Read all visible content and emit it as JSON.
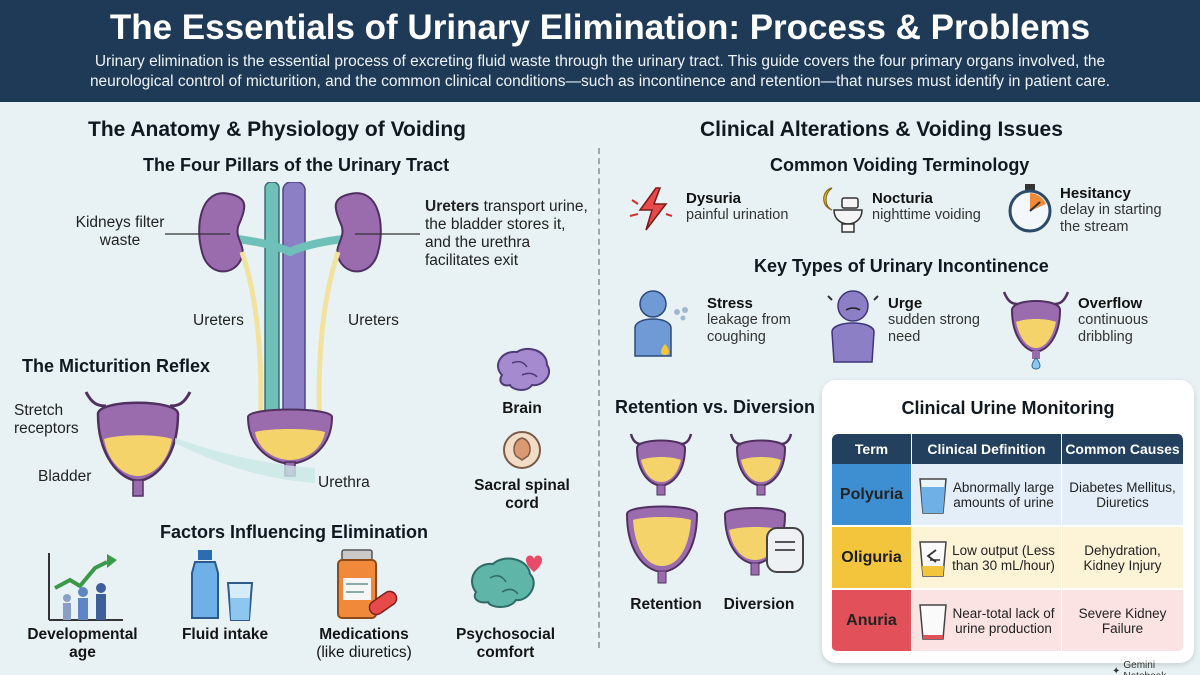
{
  "header": {
    "title": "The Essentials of Urinary Elimination: Process & Problems",
    "intro": "Urinary elimination is the essential process of excreting fluid waste through the urinary tract. This guide covers the four primary organs involved, the neurological control of micturition, and the common clinical conditions—such as incontinence and retention—that nurses must identify in patient care."
  },
  "left": {
    "heading": "The Anatomy & Physiology of Voiding",
    "pillars_title": "The Four Pillars of the Urinary Tract",
    "kidneys_label": "Kidneys filter waste",
    "organs_bold": "Ureters",
    "organs_text": " transport urine, the bladder stores it, and the urethra facilitates exit",
    "ureters_left": "Ureters",
    "ureters_right": "Ureters",
    "urethra": "Urethra",
    "reflex_title": "The Micturition Reflex",
    "stretch": "Stretch receptors",
    "bladder": "Bladder",
    "brain": "Brain",
    "sacral": "Sacral spinal cord",
    "factors_title": "Factors Influencing Elimination",
    "factors": [
      {
        "title": "Developmental age",
        "sub": ""
      },
      {
        "title": "Fluid intake",
        "sub": ""
      },
      {
        "title": "Medications",
        "sub": "(like diuretics)"
      },
      {
        "title": "Psychosocial comfort",
        "sub": ""
      }
    ]
  },
  "right": {
    "heading": "Clinical Alterations & Voiding Issues",
    "terminology_title": "Common Voiding Terminology",
    "terms": [
      {
        "term": "Dysuria",
        "def": "painful urination"
      },
      {
        "term": "Nocturia",
        "def": "nighttime voiding"
      },
      {
        "term": "Hesitancy",
        "def": "delay in starting the stream"
      }
    ],
    "incontinence_title": "Key Types of Urinary Incontinence",
    "incontinence": [
      {
        "type": "Stress",
        "def": "leakage from coughing"
      },
      {
        "type": "Urge",
        "def": "sudden strong need"
      },
      {
        "type": "Overflow",
        "def": "continuous dribbling"
      }
    ],
    "retention_title": "Retention vs. Diversion",
    "retention": "Retention",
    "diversion": "Diversion",
    "monitoring": {
      "title": "Clinical Urine Monitoring",
      "headers": [
        "Term",
        "Clinical Definition",
        "Common Causes"
      ],
      "rows": [
        {
          "term": "Polyuria",
          "definition": "Abnormally large amounts of urine",
          "causes": "Diabetes Mellitus, Diuretics",
          "color": "#3d8fd1",
          "tint": "#e3eef8"
        },
        {
          "term": "Oliguria",
          "definition": "Low output (Less than 30 mL/hour)",
          "causes": "Dehydration, Kidney Injury",
          "color": "#f2c53d",
          "tint": "#fdf3d7"
        },
        {
          "term": "Anuria",
          "definition": "Near-total lack of urine production",
          "causes": "Severe Kidney Failure",
          "color": "#e2505a",
          "tint": "#fbe2e3"
        }
      ]
    }
  },
  "branding": "Gemini Notebook"
}
